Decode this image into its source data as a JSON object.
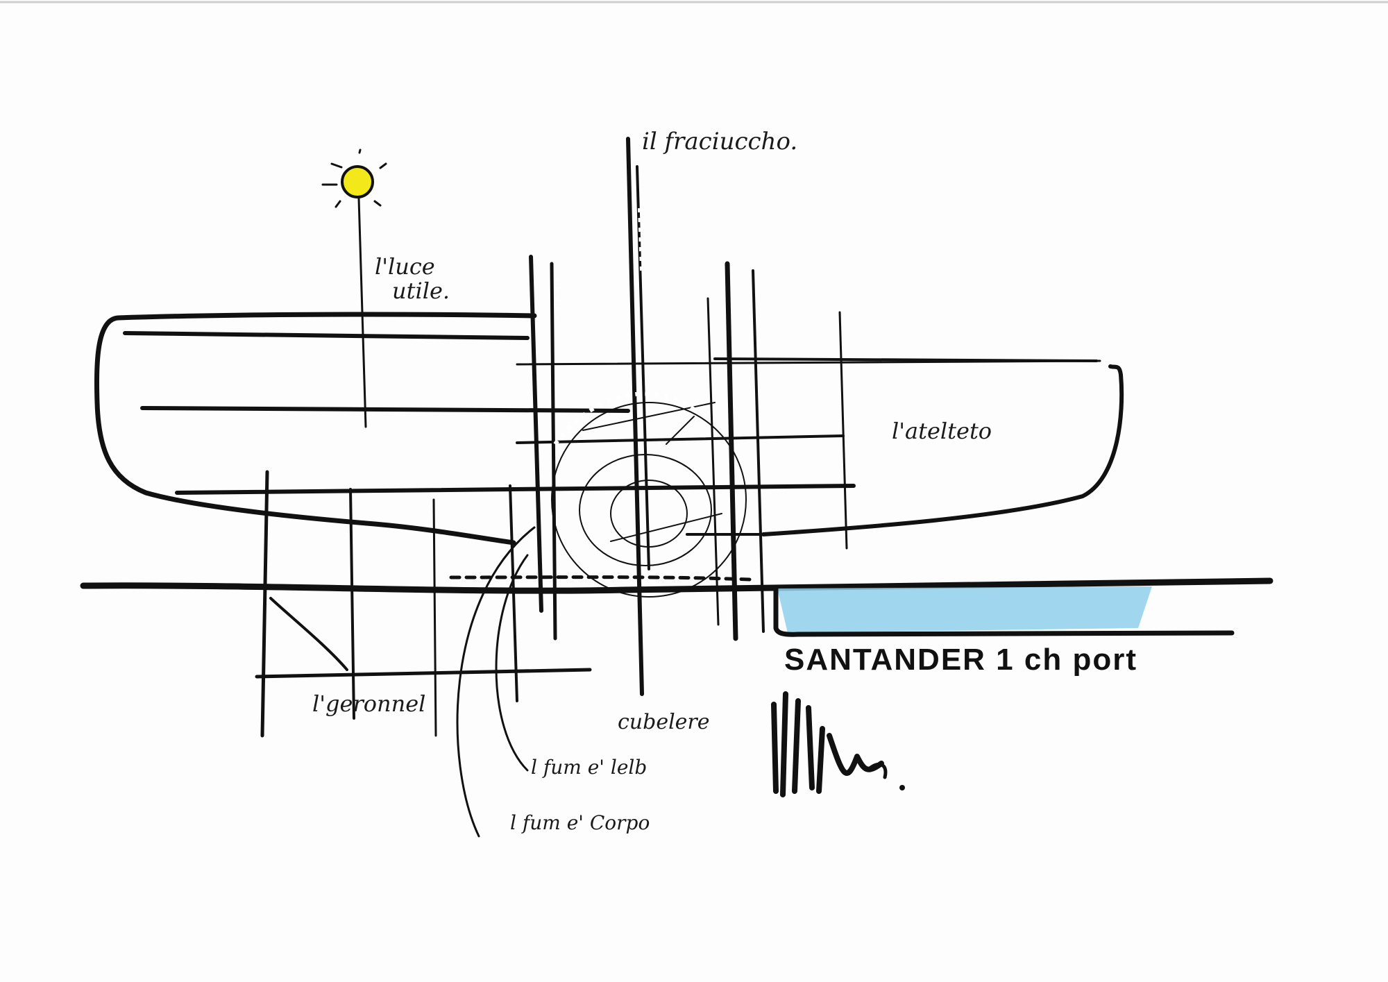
{
  "colors": {
    "paper": "#fdfdfd",
    "ink": "#111111",
    "sun": "#f2e81a",
    "water": "#8fd0ec"
  },
  "labels": {
    "top_label": "il fraciuccho.",
    "sun_label_line1": "l'luce",
    "sun_label_line2": "utile.",
    "right_label": "l'atelteto",
    "left_bottom_label": "l'geronnel",
    "center_bottom_label": "cubelere",
    "lower_label_1": "l fum e' lelb",
    "lower_label_2": "l fum e' Corpo",
    "title": "SANTANDER 1 ch port"
  }
}
